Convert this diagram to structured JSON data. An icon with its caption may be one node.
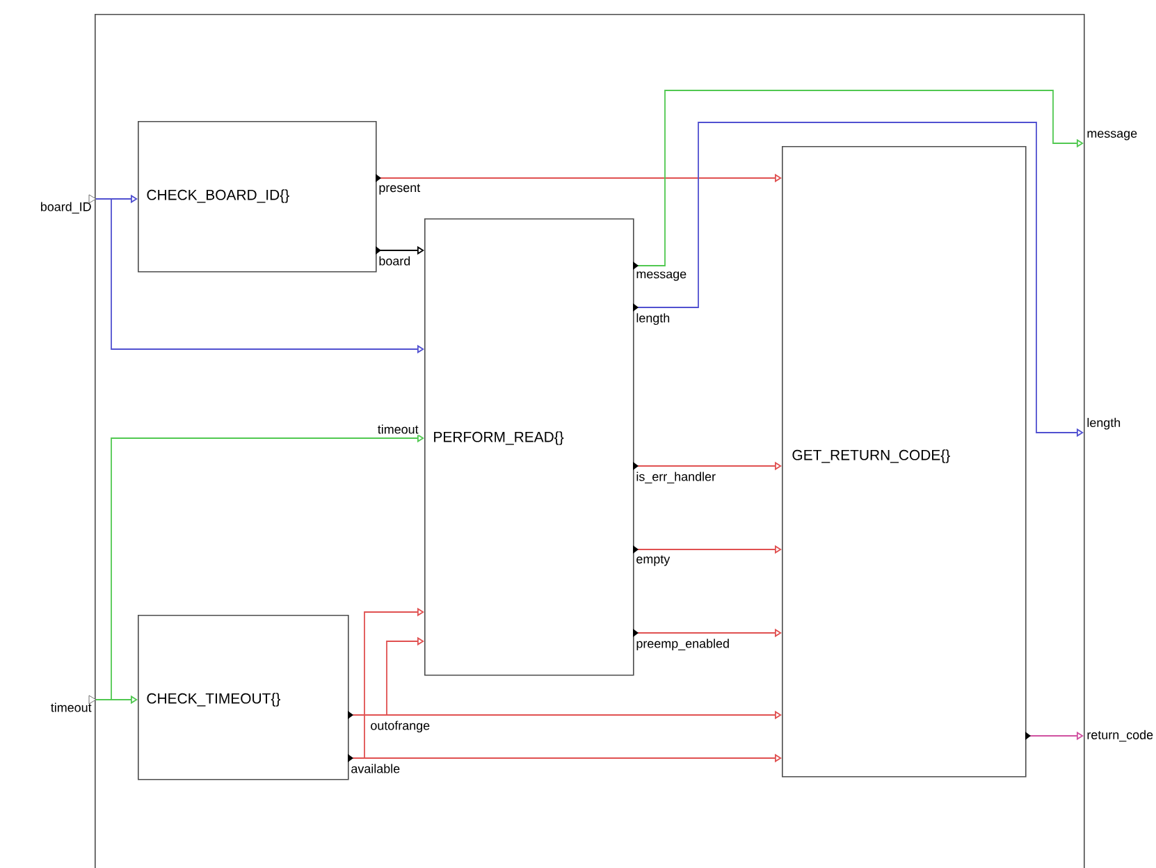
{
  "diagram": {
    "nodes": [
      {
        "text": [],
        "shape": "box"
      },
      {
        "text": [
          "board_ID"
        ]
      },
      {
        "text": [
          "CHECK_BOARD_ID{}"
        ],
        "in": 0
      },
      {
        "text": [
          "message"
        ]
      },
      {
        "text": [
          "GET_RETURN_CODE{}"
        ],
        "in": 0
      },
      {
        "text": [
          "PERFORM_READ{}"
        ],
        "in": 0
      },
      {
        "text": [
          "length"
        ]
      },
      {
        "text": [
          "timeout"
        ]
      },
      {
        "text": [
          "CHECK_TIMEOUT{}"
        ],
        "in": 0
      },
      {
        "text": [
          "return_code"
        ]
      }
    ],
    "edges": [
      {
        "from": 1,
        "to": 2,
        "arrow": "to",
        "color": "#5050d0"
      },
      {
        "from": 1,
        "to": 5,
        "arrow": "to",
        "color": "#5050d0"
      },
      {
        "from": 2,
        "to": 4,
        "arrow": "to",
        "label": "present"
      },
      {
        "from": 2,
        "to": 5,
        "arrow": "to",
        "label": "board",
        "color": "#000000"
      },
      {
        "from": 5,
        "to": 3,
        "arrow": "to",
        "label": "message",
        "color": "#50c850"
      },
      {
        "from": 5,
        "to": 6,
        "arrow": "to",
        "label": "length",
        "color": "#5050d0"
      },
      {
        "from": 7,
        "to": 8,
        "arrow": "to",
        "color": "#50c850"
      },
      {
        "from": 7,
        "to": 5,
        "arrow": "to",
        "label": "timeout",
        "color": "#50c850"
      },
      {
        "from": 5,
        "to": 4,
        "arrow": "to",
        "label": "is_err_handler"
      },
      {
        "from": 5,
        "to": 4,
        "arrow": "to",
        "label": "empty"
      },
      {
        "from": 5,
        "to": 4,
        "arrow": "to",
        "label": "preemp_enabled"
      },
      {
        "from": 8,
        "to": 4,
        "arrow": "to",
        "label": "outofrange"
      },
      {
        "from": 8,
        "to": 4,
        "arrow": "to",
        "label": "available"
      },
      {
        "from": 8,
        "to": 5,
        "arrow": "to"
      },
      {
        "from": 8,
        "to": 5,
        "arrow": "to"
      },
      {
        "from": 4,
        "to": 9,
        "arrow": "to",
        "color": "#d050a0"
      }
    ]
  }
}
